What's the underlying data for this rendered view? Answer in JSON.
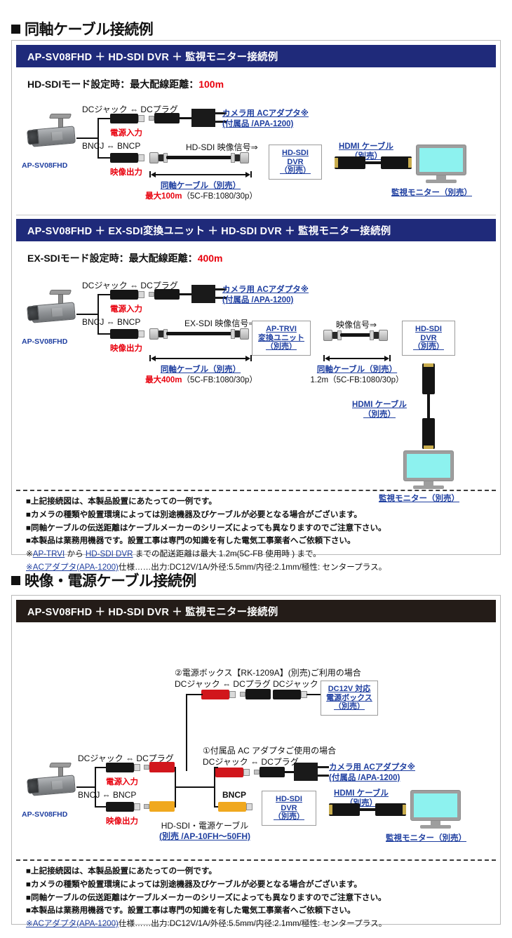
{
  "sections": [
    {
      "heading": "同軸ケーブル接続例",
      "panels": [
        {
          "bar_title": "AP-SV08FHD ＋ HD-SDI DVR ＋ 監視モニター接続例",
          "mode_prefix": "HD-SDIモード設定時：最大配線距離：",
          "mode_value": "100m",
          "camera_label": "AP-SV08FHD",
          "dc_pair_label": "DCジャック ⇔ DCプラグ",
          "power_in_label": "電源入力",
          "bnc_pair_label": "BNCJ ⇔ BNCP",
          "video_out_label": "映像出力",
          "signal_label": "HD-SDI 映像信号⇒",
          "adapter_line1": "カメラ用 ACアダプタ※",
          "adapter_line2": "(付属品 /APA-1200)",
          "coax_label": "同軸ケーブル（別売）",
          "coax_len_red": "最大100m",
          "coax_len_rest": "（5C-FB:1080/30p）",
          "dvr_lines": [
            "HD-SDI",
            "DVR",
            "（別売）"
          ],
          "hdmi_label_1": "HDMI ケーブル",
          "hdmi_label_2": "（別売）",
          "monitor_label": "監視モニター（別売）"
        },
        {
          "bar_title": "AP-SV08FHD ＋ EX-SDI変換ユニット ＋ HD-SDI DVR ＋ 監視モニター接続例",
          "mode_prefix": "EX-SDIモード設定時：最大配線距離：",
          "mode_value": "400m",
          "camera_label": "AP-SV08FHD",
          "dc_pair_label": "DCジャック ⇔ DCプラグ",
          "power_in_label": "電源入力",
          "bnc_pair_label": "BNCJ ⇔ BNCP",
          "video_out_label": "映像出力",
          "signal_label": "EX-SDI 映像信号⇒",
          "signal_label_2": "映像信号⇒",
          "adapter_line1": "カメラ用 ACアダプタ※",
          "adapter_line2": "(付属品 /APA-1200)",
          "coax_label": "同軸ケーブル（別売）",
          "coax_len_red": "最大400m",
          "coax_len_rest": "（5C-FB:1080/30p）",
          "coax2_label": "同軸ケーブル（別売）",
          "coax2_len": "1.2m（5C-FB:1080/30p）",
          "trvi_lines": [
            "AP-TRVI",
            "変換ユニット",
            "（別売）"
          ],
          "dvr_lines": [
            "HD-SDI",
            "DVR",
            "（別売）"
          ],
          "hdmi_label_1": "HDMI ケーブル",
          "hdmi_label_2": "（別売）",
          "monitor_label": "監視モニター（別売）"
        }
      ],
      "notes": [
        {
          "text": "■上記接続図は、本製品設置にあたっての一例です。",
          "type": "plain"
        },
        {
          "text": "■カメラの種類や設置環境によっては別途機器及びケーブルが必要となる場合がございます。",
          "type": "plain"
        },
        {
          "text": "■同軸ケーブルの伝送距離はケーブルメーカーのシリーズによっても異なりますのでご注意下さい。",
          "type": "plain"
        },
        {
          "text": "■本製品は業務用機器です。設置工事は専門の知識を有した電気工事業者へご依頼下さい。",
          "type": "plain"
        },
        {
          "pre": "※",
          "u1": "AP-TRVI",
          "mid": " から ",
          "u2": "HD-SDI DVR",
          "post": " までの配送距離は最大 1.2m(5C-FB 使用時 ) まで。",
          "type": "ref2"
        },
        {
          "pre": "",
          "u1": "※ACアダプタ(APA-1200)",
          "post": "仕様……出力:DC12V/1A/外径:5.5mm/内径:2.1mm/極性: センタープラス。",
          "type": "ref1"
        }
      ]
    },
    {
      "heading": "映像・電源ケーブル接続例",
      "panels": [
        {
          "bar_title": "AP-SV08FHD ＋ HD-SDI DVR ＋ 監視モニター接続例",
          "camera_label": "AP-SV08FHD",
          "option2_title": "②電源ボックス【RK-1209A】(別売)ご利用の場合",
          "option2_conn": "DCジャック ⇔ DCプラグ  DCジャック",
          "powerbox_lines": [
            "DC12V 対応",
            "電源ボックス",
            "（別売）"
          ],
          "option1_title": "①付属品 AC アダプタご使用の場合",
          "option1_conn": "DCジャック ⇔ DCプラグ",
          "dc_pair_label": "DCジャック ⇔ DCプラグ",
          "power_in_label": "電源入力",
          "bnc_pair_label": "BNCJ ⇔ BNCP",
          "video_out_label": "映像出力",
          "bncp_label": "BNCP",
          "adapter_line1": "カメラ用 ACアダプタ※",
          "adapter_line2": "(付属品 /APA-1200)",
          "cable_label_1": "HD-SDI・電源ケーブル",
          "cable_label_2": "(別売 /AP-10FH～50FH)",
          "dvr_lines": [
            "HD-SDI",
            "DVR",
            "（別売）"
          ],
          "hdmi_label_1": "HDMI ケーブル",
          "hdmi_label_2": "（別売）",
          "monitor_label": "監視モニター（別売）"
        }
      ],
      "notes": [
        {
          "text": "■上記接続図は、本製品設置にあたっての一例です。",
          "type": "plain"
        },
        {
          "text": "■カメラの種類や設置環境によっては別途機器及びケーブルが必要となる場合がございます。",
          "type": "plain"
        },
        {
          "text": "■同軸ケーブルの伝送距離はケーブルメーカーのシリーズによっても異なりますのでご注意下さい。",
          "type": "plain"
        },
        {
          "text": "■本製品は業務用機器です。設置工事は専門の知識を有した電気工事業者へご依頼下さい。",
          "type": "plain"
        },
        {
          "pre": "",
          "u1": "※ACアダプタ(APA-1200)",
          "post": "仕様……出力:DC12V/1A/外径:5.5mm/内径:2.1mm/極性: センタープラス。",
          "type": "ref1"
        }
      ]
    }
  ],
  "colors": {
    "bar_navy": "#1f2a7a",
    "bar_dark": "#241c18",
    "link_blue": "#1f3fa0",
    "alert_red": "#e8000d",
    "screen_cyan": "#8df2ef",
    "connector_red": "#d1161c",
    "connector_amber": "#f0a81e"
  }
}
